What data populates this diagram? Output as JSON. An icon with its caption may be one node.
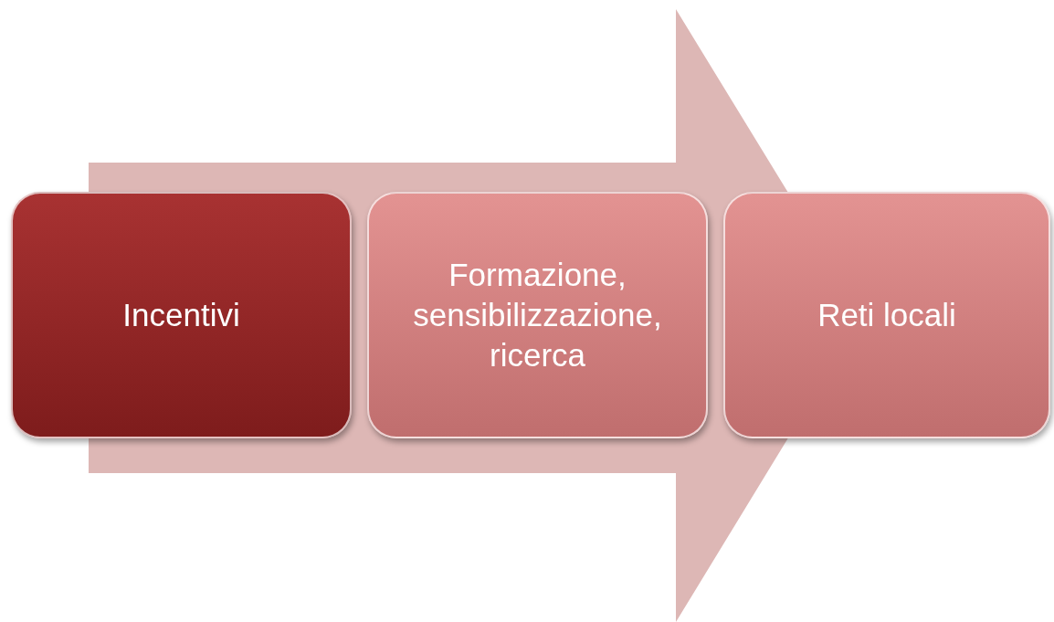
{
  "diagram": {
    "nodes": [
      {
        "text": [
          "Incentivi"
        ]
      },
      {
        "text": [
          "Formazione, sensibilizzazione, ricerca"
        ]
      },
      {
        "text": [
          "Reti locali"
        ]
      }
    ],
    "edges": [
      {
        "from": 0,
        "to": 2,
        "arrow": "to"
      }
    ]
  }
}
